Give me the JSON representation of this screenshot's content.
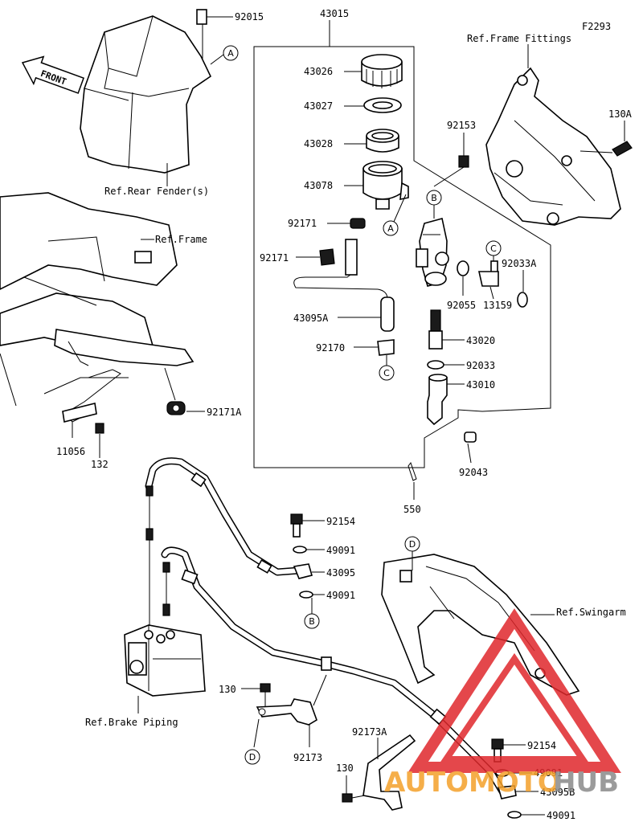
{
  "diagram_code": "F2293",
  "front_label": "FRONT",
  "references": {
    "rear_fender": "Ref.Rear Fender(s)",
    "frame": "Ref.Frame",
    "frame_fittings": "Ref.Frame Fittings",
    "swingarm": "Ref.Swingarm",
    "brake_piping": "Ref.Brake Piping"
  },
  "callouts": {
    "a": "A",
    "b": "B",
    "c": "C",
    "d": "D"
  },
  "parts": {
    "p43015": "43015",
    "p92015": "92015",
    "p43026": "43026",
    "p43027": "43027",
    "p43028": "43028",
    "p43078": "43078",
    "p92171_a": "92171",
    "p92171_b": "92171",
    "p43095A": "43095A",
    "p92170": "92170",
    "p92153": "92153",
    "p130A": "130A",
    "p92055": "92055",
    "p13159": "13159",
    "p92033A": "92033A",
    "p43020": "43020",
    "p92033": "92033",
    "p43010": "43010",
    "p92043": "92043",
    "p550": "550",
    "p92171A": "92171A",
    "p11056": "11056",
    "p132": "132",
    "p92154_a": "92154",
    "p49091_a": "49091",
    "p43095": "43095",
    "p49091_b": "49091",
    "p130": "130",
    "p92173": "92173",
    "p92173A": "92173A",
    "p130_b": "130",
    "p92154_b": "92154",
    "p49091_c": "49091",
    "p43095B": "43095B",
    "p49091_d": "49091"
  },
  "watermark": {
    "part1": "AUTOMOTO",
    "part2": "HUB",
    "color_orange": "#f4a02a",
    "color_gray": "#8a8a8a",
    "color_red": "#e0282c"
  }
}
